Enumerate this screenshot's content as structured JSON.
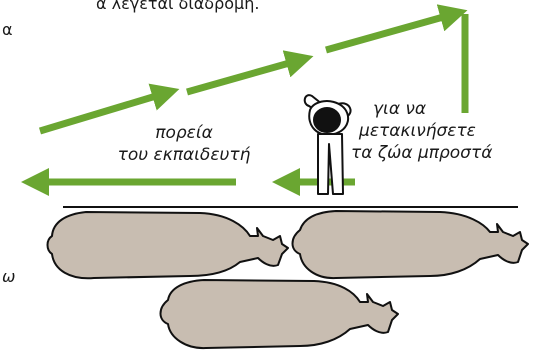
{
  "fragments": {
    "top_line": "α λέγεται διαδρομή.",
    "left_line": "α",
    "lower_left": "ω"
  },
  "labels": {
    "handler_path": [
      "πορεία",
      "του εκπαιδευτή"
    ],
    "move_forward": [
      "για να",
      "μετακινήσετε",
      "τα ζώα μπροστά"
    ]
  },
  "colors": {
    "arrow": "#6aa631",
    "animal_fill": "#c8bdb1",
    "animal_stroke": "#111111",
    "ground_line": "#111111"
  },
  "icons": [
    "handler-figure-icon",
    "cattle-icon"
  ]
}
